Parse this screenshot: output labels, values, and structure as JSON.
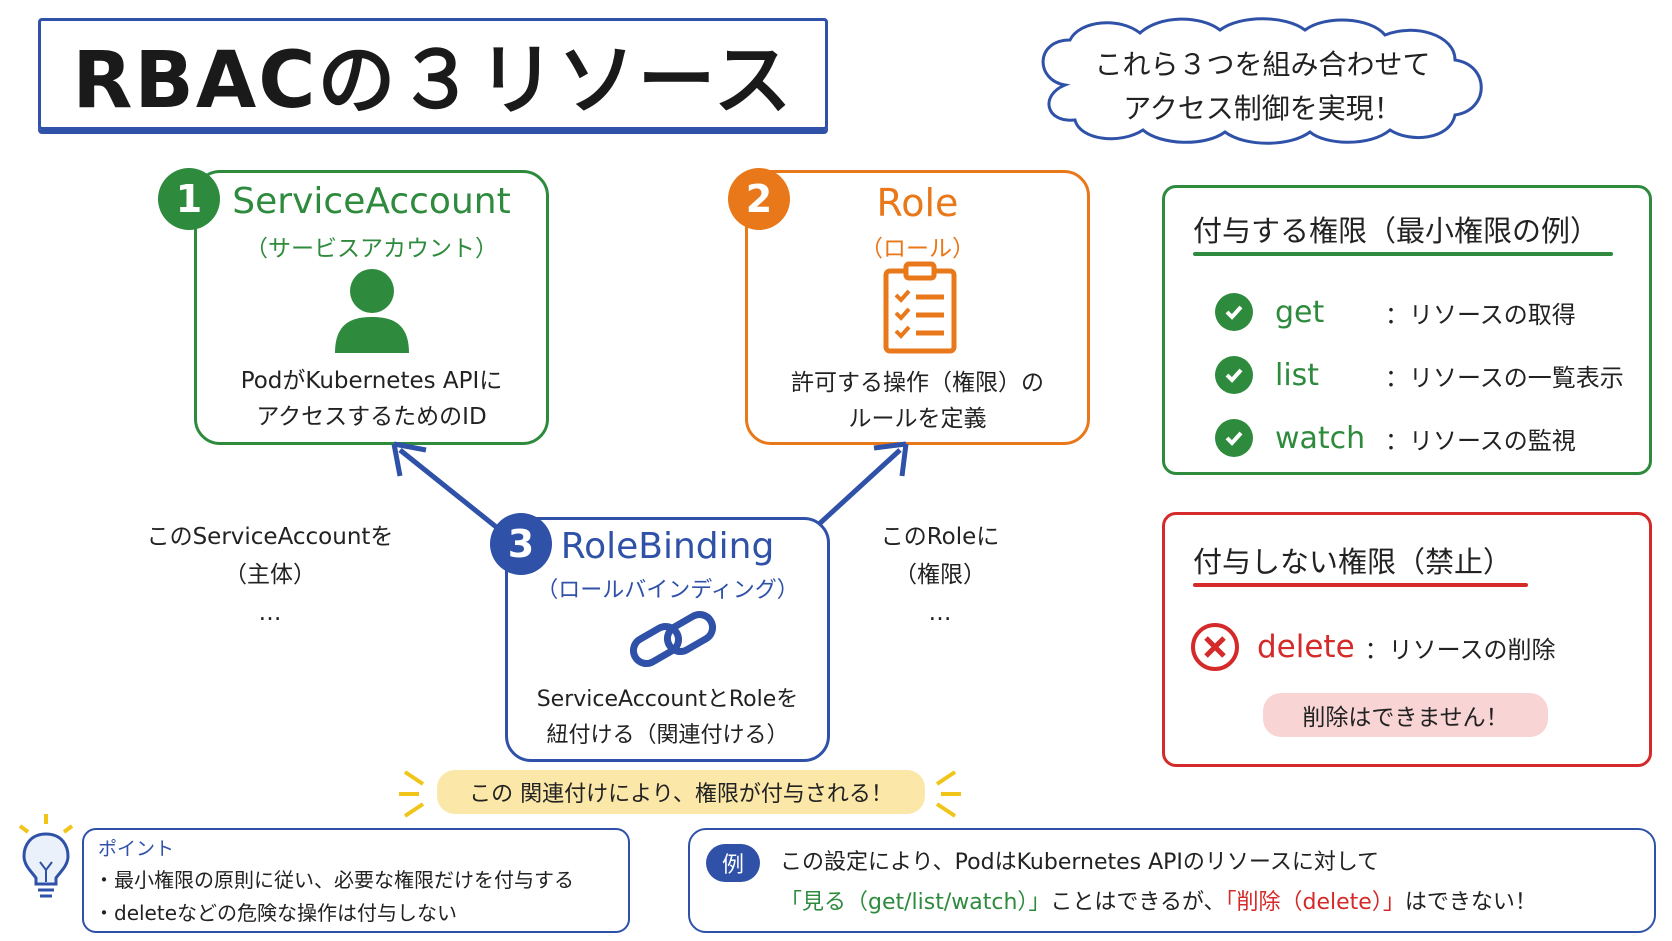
{
  "title": "RBACの３リソース",
  "cloud": {
    "line1": "これら３つを組み合わせて",
    "line2": "アクセス制御を実現！"
  },
  "service_account": {
    "number": "1",
    "name": "ServiceAccount",
    "reading": "（サービスアカウント）",
    "icon": "user-icon",
    "desc_line1": "PodがKubernetes APIに",
    "desc_line2": "アクセスするためのID",
    "color": "#2e8b3e"
  },
  "role": {
    "number": "2",
    "name": "Role",
    "reading": "（ロール）",
    "icon": "clipboard-checklist-icon",
    "desc_line1": "許可する操作（権限）の",
    "desc_line2": "ルールを定義",
    "color": "#e8781a"
  },
  "role_binding": {
    "number": "3",
    "name": "RoleBinding",
    "reading": "（ロールバインディング）",
    "icon": "chain-link-icon",
    "desc_line1": "ServiceAccountとRoleを",
    "desc_line2": "紐付ける（関連付ける）",
    "color": "#2f52a8"
  },
  "left_note": {
    "line1": "このServiceAccountを",
    "line2": "（主体）",
    "line3": "…"
  },
  "right_note": {
    "line1": "このRoleに",
    "line2": "（権限）",
    "line3": "…"
  },
  "binding_banner": "この 関連付けにより、権限が付与される！",
  "granted": {
    "title": "付与する権限（最小権限の例）",
    "items": [
      {
        "verb": "get",
        "desc": "：リソースの取得"
      },
      {
        "verb": "list",
        "desc": "：リソースの一覧表示"
      },
      {
        "verb": "watch",
        "desc": "：リソースの監視"
      }
    ],
    "color": "#2e8b3e"
  },
  "denied": {
    "title": "付与しない権限（禁止）",
    "verb": "delete",
    "desc": "：リソースの削除",
    "note": "削除はできません！",
    "color": "#d42a2a"
  },
  "point": {
    "label": "ポイント",
    "icon": "lightbulb-icon",
    "line1": "・最小権限の原則に従い、必要な権限だけを付与する",
    "line2": "・deleteなどの危険な操作は付与しない"
  },
  "example": {
    "badge": "例",
    "line1": "この設定により、PodはKubernetes APIのリソースに対して",
    "line2_green": "「見る（get/list/watch）」",
    "line2_mid": "ことはできるが、",
    "line2_red": "「削除（delete）」",
    "line2_end": "はできない！"
  }
}
